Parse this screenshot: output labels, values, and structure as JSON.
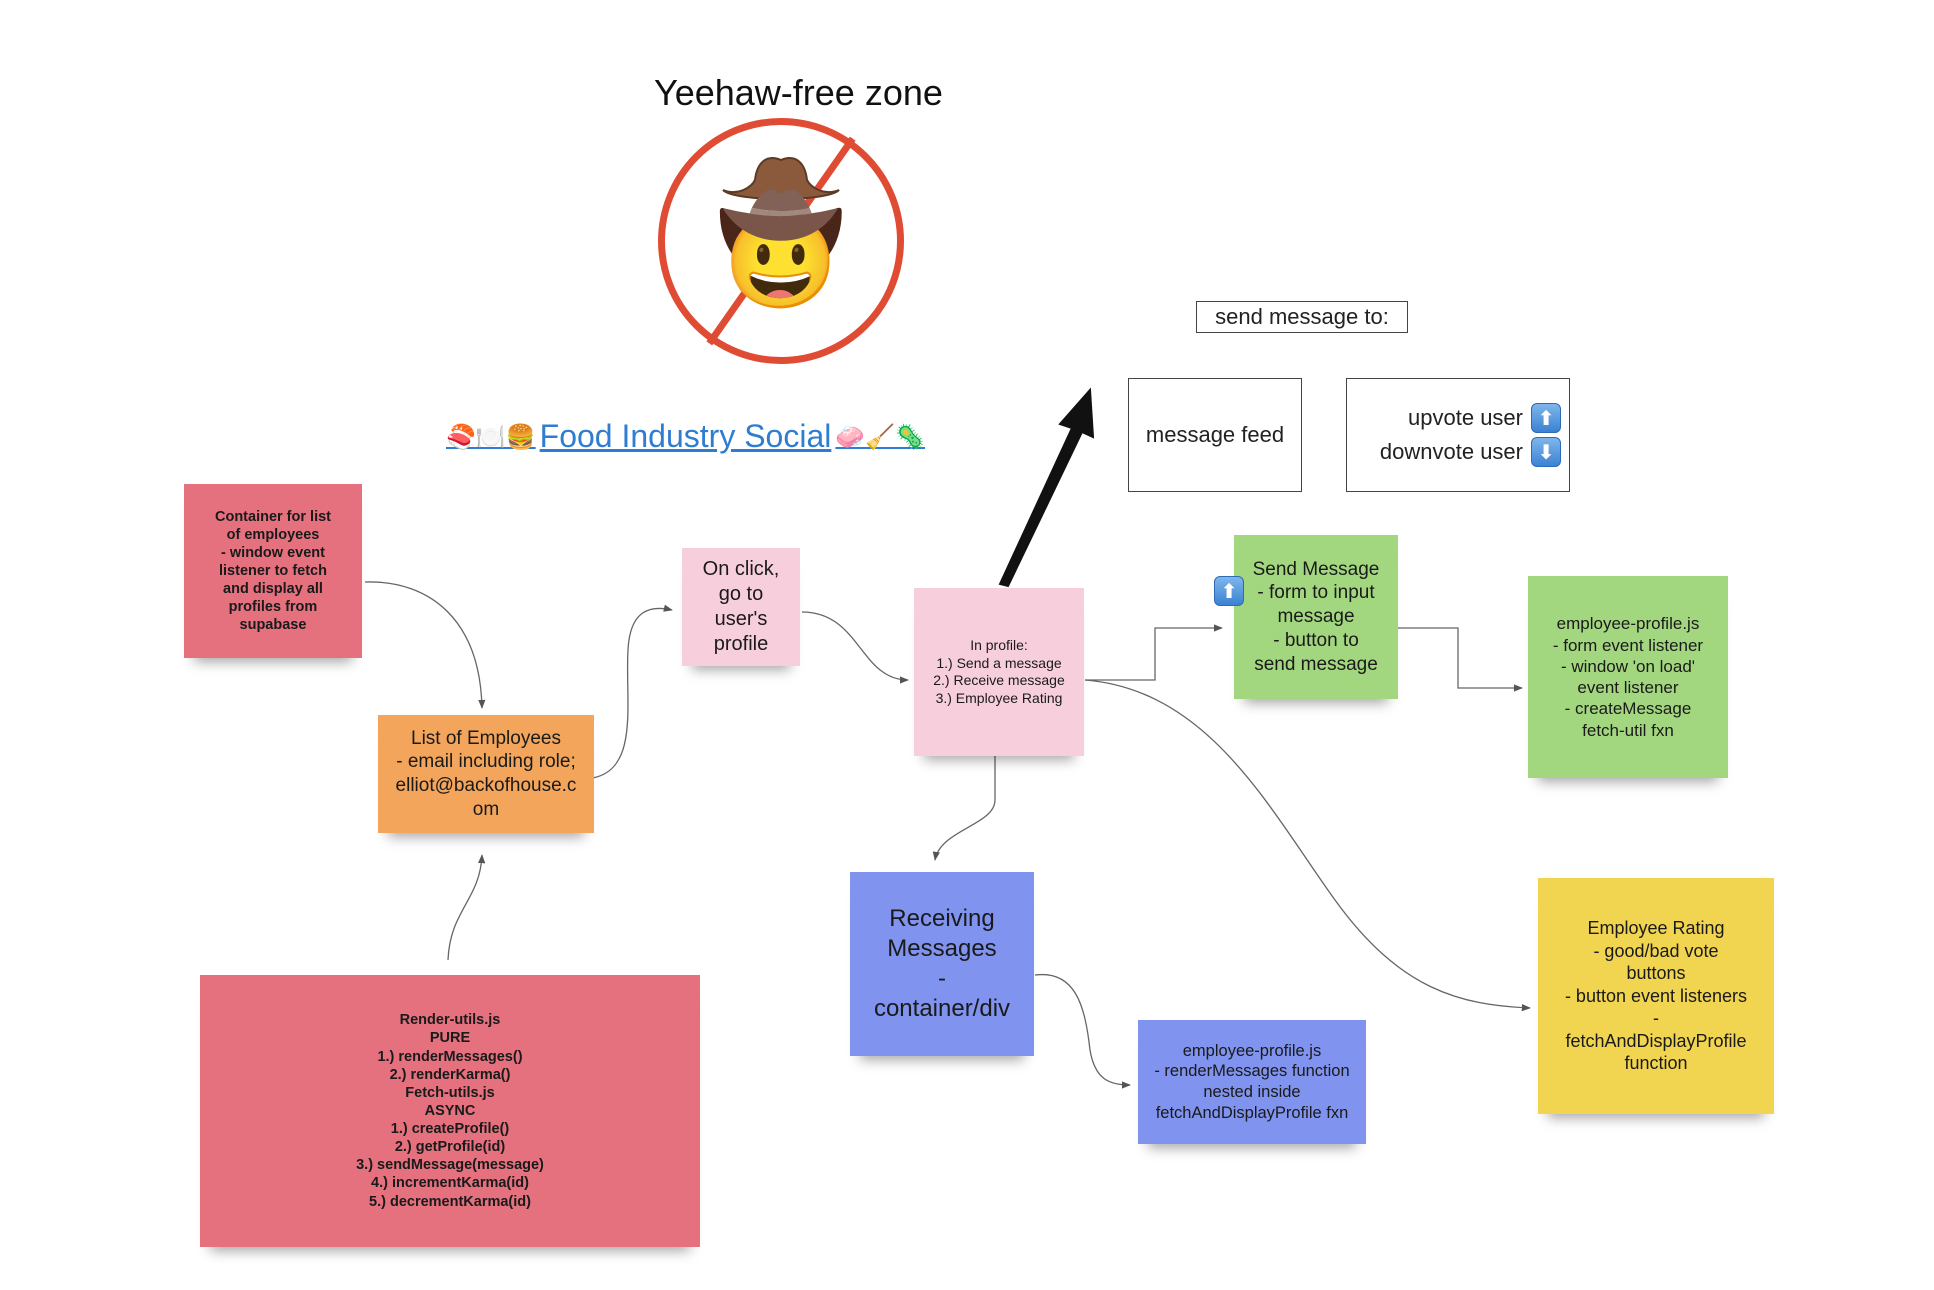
{
  "board": {
    "title": "Yeehaw-free zone",
    "no_yeehaw_face": "🤠",
    "app_link": {
      "emoji_left": "🍣🍽️🍔",
      "text": "Food Industry Social",
      "emoji_right": "🧼🧹🦠"
    },
    "send_message_to": "send message to:",
    "message_feed": "message feed",
    "vote_box": {
      "upvote": "upvote user",
      "downvote": "downvote user",
      "up_icon": "up-arrow-icon",
      "down_icon": "down-arrow-icon"
    },
    "stickies": {
      "container": "Container for list\nof employees\n- window event\nlistener to fetch\nand display all\nprofiles from\nsupabase",
      "list": "List of Employees\n- email including role;\nelliot@backofhouse.c\nom",
      "onclick": "On click,\ngo to\nuser's\nprofile",
      "profile": "In profile:\n1.) Send a message\n2.) Receive message\n3.) Employee Rating",
      "send": "Send Message\n- form to input\nmessage\n- button to\nsend message",
      "emp_js": "employee-profile.js\n- form event listener\n- window 'on load'\nevent listener\n- createMessage\nfetch-util fxn",
      "receiving": "Receiving\nMessages\n-\ncontainer/div",
      "render_js": "employee-profile.js\n- renderMessages function\nnested inside\nfetchAndDisplayProfile fxn",
      "rating": "Employee Rating\n- good/bad vote\nbuttons\n- button event listeners\n-\nfetchAndDisplayProfile\nfunction",
      "utils": "Render-utils.js\nPURE\n1.) renderMessages()\n2.) renderKarma()\nFetch-utils.js\nASYNC\n1.) createProfile()\n2.) getProfile(id)\n3.) sendMessage(message)\n4.) incrementKarma(id)\n5.) decrementKarma(id)"
    },
    "colors": {
      "red": "#e4717d",
      "orange": "#f2a55b",
      "pink": "#f7cfdc",
      "green": "#a3d77f",
      "blue": "#7f93ef",
      "yellow": "#f1d44f",
      "no_sign": "#e04b33",
      "link": "#2f7dd1"
    }
  }
}
